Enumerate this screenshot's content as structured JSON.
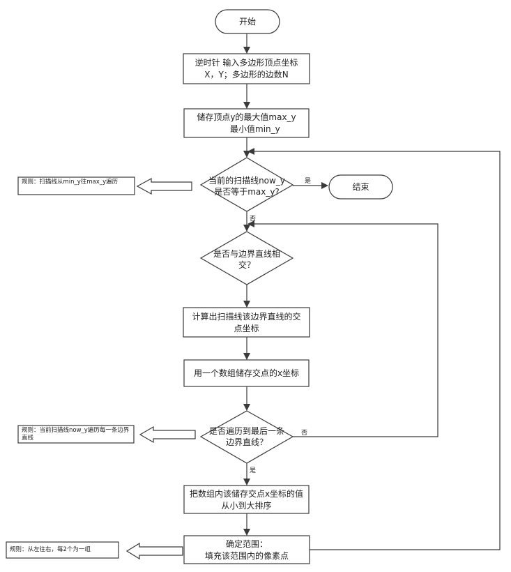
{
  "flowchart": {
    "start": "开始",
    "input_line1": "逆时针  输入多边形顶点坐标",
    "input_line2": "X，Y；多边形的边数N",
    "store_line1": "储存顶点y的最大值max_y",
    "store_line2": "最小值min_y",
    "decision1_line1": "当前的扫描线now_y",
    "decision1_line2": "是否等于max_y?",
    "end": "结束",
    "yes_label_1": "是",
    "no_label_1": "否",
    "decision2_line1": "是否与边界直线相",
    "decision2_line2": "交？",
    "compute_line1": "计算出扫描线该边界直线的交",
    "compute_line2": "点坐标",
    "array_store": "用一个数组储存交点的x坐标",
    "decision3_line1": "是否遍历到最后一条",
    "decision3_line2": "边界直线？",
    "no_label_2": "否",
    "yes_label_2": "是",
    "sort_line1": "把数组内该储存交点x坐标的值",
    "sort_line2": "从小到大排序",
    "fill_line1": "确定范围：",
    "fill_line2": "填充该范围内的像素点"
  },
  "notes": {
    "note1": "规则：扫描线从min_y往max_y遍历",
    "note2": "规则：当前扫描线now_y遍历每一条边界直线",
    "note3": "规则：从左往右，每2个为一组"
  },
  "colors": {
    "stroke": "#3a3a3a",
    "fill": "#ffffff",
    "text": "#222222"
  }
}
